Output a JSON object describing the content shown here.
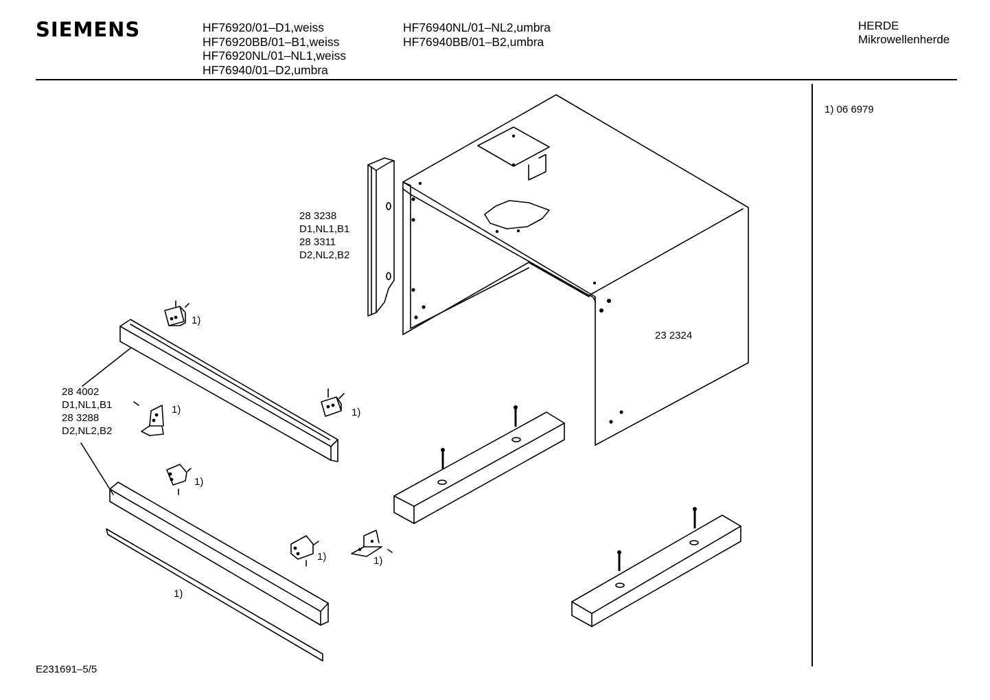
{
  "header": {
    "brand": "SIEMENS",
    "models_col1": [
      "HF76920/01–D1,weiss",
      "HF76920BB/01–B1,weiss",
      "HF76920NL/01–NL1,weiss",
      "HF76940/01–D2,umbra"
    ],
    "models_col2": [
      "HF76940NL/01–NL2,umbra",
      "HF76940BB/01–B2,umbra"
    ],
    "category": "HERDE",
    "subcategory": "Mikrowellenherde"
  },
  "notes": {
    "footnote": "1)  06 6979"
  },
  "footer": {
    "doc_id": "E231691–5/5"
  },
  "parts": {
    "rail_label": [
      "28 3238",
      "D1,NL1,B1",
      "28 3311",
      "D2,NL2,B2"
    ],
    "frame_label": [
      "28 4002",
      "D1,NL1,B1",
      "28 3288",
      "D2,NL2,B2"
    ],
    "housing_label": "23 2324"
  },
  "refs": {
    "r1": "1)",
    "r2": "1)",
    "r3": "1)",
    "r4": "1)",
    "r5": "1)",
    "r6": "1)",
    "r7": "1)"
  }
}
